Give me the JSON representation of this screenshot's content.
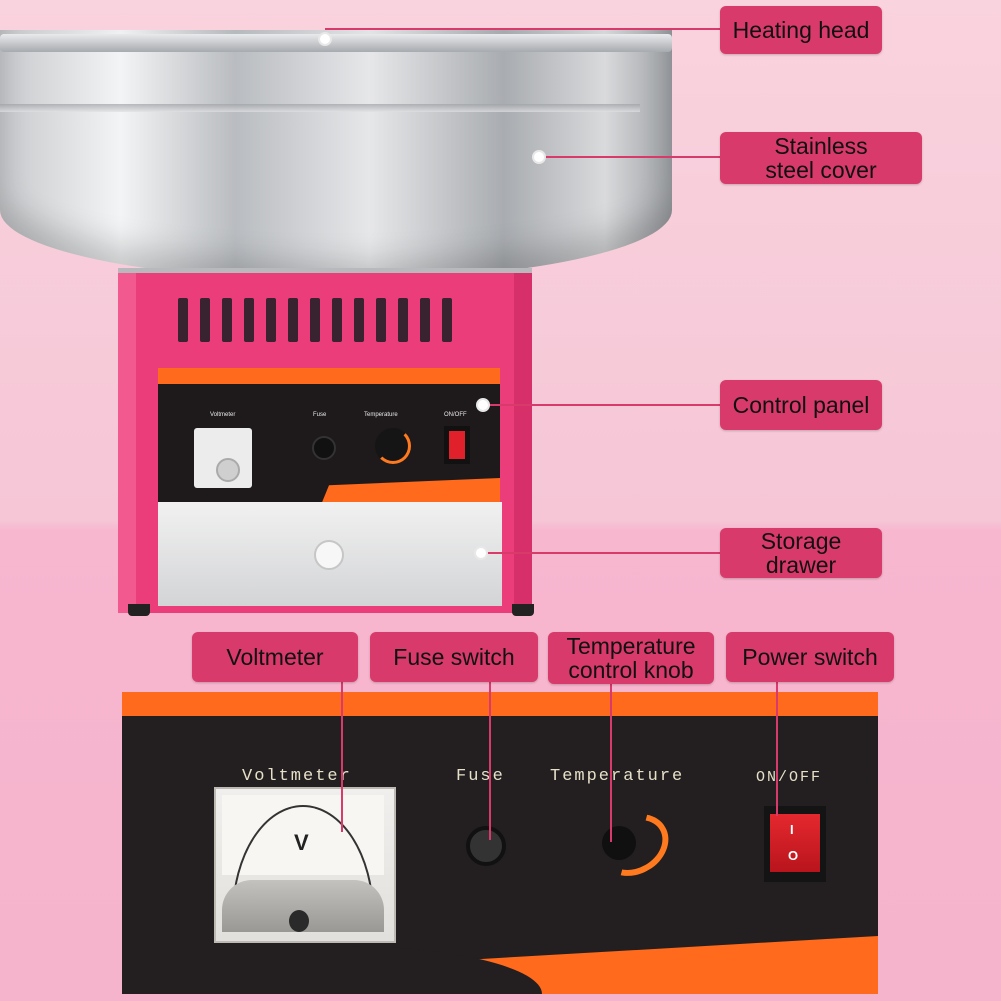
{
  "callouts": {
    "heating_head": "Heating head",
    "stainless_cover_line1": "Stainless",
    "stainless_cover_line2": "steel cover",
    "control_panel": "Control panel",
    "storage_drawer_line1": "Storage",
    "storage_drawer_line2": "drawer",
    "voltmeter": "Voltmeter",
    "fuse_switch": "Fuse switch",
    "temperature_knob_line1": "Temperature",
    "temperature_knob_line2": "control knob",
    "power_switch": "Power switch"
  },
  "small_panel": {
    "voltmeter": "Voltmeter",
    "fuse": "Fuse",
    "temperature": "Temperature",
    "onoff": "ON/OFF"
  },
  "big_panel": {
    "voltmeter": "Voltmeter",
    "fuse": "Fuse",
    "temperature": "Temperature",
    "onoff": "ON/OFF",
    "meter_unit": "V",
    "switch_on": "I",
    "switch_off": "O"
  },
  "colors": {
    "accent_pink": "#d83a6b",
    "machine_pink": "#ea3d7a",
    "panel_orange": "#ff6a1c",
    "panel_black": "#231f20"
  }
}
